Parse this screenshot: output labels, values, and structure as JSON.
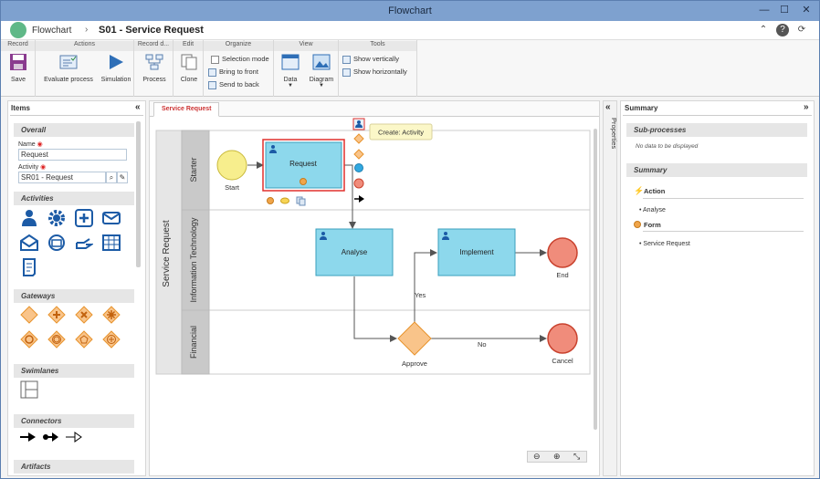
{
  "window": {
    "title": "Flowchart"
  },
  "app": {
    "name": "Flowchart",
    "breadcrumb_sep": "›",
    "doc_title": "S01 - Service Request"
  },
  "ribbon": {
    "groups": {
      "record": "Record",
      "actions": "Actions",
      "record_d": "Record d...",
      "edit": "Edit",
      "organize": "Organize",
      "view": "View",
      "tools": "Tools"
    },
    "save": "Save",
    "evaluate": "Evaluate process",
    "simulation": "Simulation",
    "process": "Process",
    "clone": "Clone",
    "selection_mode": "Selection mode",
    "bring_front": "Bring to front",
    "send_back": "Send to back",
    "data": "Data",
    "diagram": "Diagram",
    "show_vert": "Show vertically",
    "show_horiz": "Show horizontally"
  },
  "left": {
    "title": "Items",
    "overall": "Overall",
    "name_label": "Name",
    "name_value": "Request",
    "activity_label": "Activity",
    "activity_value": "SR01 - Request",
    "activities": "Activities",
    "gateways": "Gateways",
    "swimlanes": "Swimlanes",
    "connectors": "Connectors",
    "artifacts": "Artifacts"
  },
  "canvas": {
    "tab": "Service Request",
    "pool": "Service Request",
    "lanes": [
      "Starter",
      "Information Technology",
      "Financial"
    ],
    "start": "Start",
    "request": "Request",
    "analyse": "Analyse",
    "implement": "Implement",
    "end": "End",
    "cancel": "Cancel",
    "approve": "Approve",
    "yes": "Yes",
    "no": "No",
    "tooltip": "Create: Activity"
  },
  "props": {
    "label": "Properties"
  },
  "right": {
    "title": "Summary",
    "subprocesses": "Sub-processes",
    "no_data": "No data to be displayed",
    "summary": "Summary",
    "action": "Action",
    "action_item": "Analyse",
    "form": "Form",
    "form_item": "Service Request"
  },
  "colors": {
    "task_fill": "#8dd8ec",
    "task_stroke": "#3a9fbd",
    "start_fill": "#f7ee8d",
    "end_fill": "#f08c7b",
    "gateway_fill": "#f9c48a",
    "accent": "#1c5ba6"
  }
}
